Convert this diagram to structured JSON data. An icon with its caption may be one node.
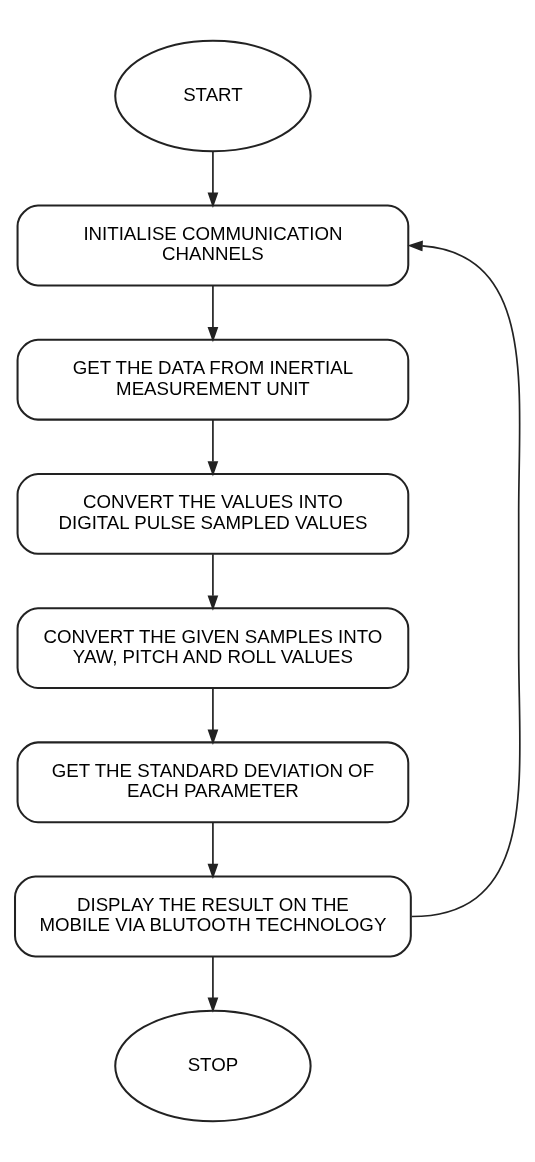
{
  "diagram": {
    "nodes": [
      {
        "text": [
          "START"
        ]
      },
      {
        "text": [
          "INITIALISE COMMUNICATION CHANNELS"
        ]
      },
      {
        "text": [
          "GET THE DATA FROM INERTIAL MEASUREMENT UNIT"
        ]
      },
      {
        "text": [
          "CONVERT THE VALUES INTO DIGITAL PULSE SAMPLED VALUES"
        ]
      },
      {
        "text": [
          "CONVERT THE GIVEN SAMPLES INTO YAW, PITCH AND ROLL VALUES"
        ]
      },
      {
        "text": [
          "GET THE STANDARD DEVIATION OF EACH PARAMETER"
        ]
      },
      {
        "text": [
          "DISPLAY THE RESULT ON THE MOBILE VIA BLUTOOTH TECHNOLOGY"
        ]
      },
      {
        "text": [
          "STOP"
        ]
      }
    ],
    "edges": [
      {
        "from": 0,
        "to": 1,
        "arrow": "to"
      },
      {
        "from": 1,
        "to": 2,
        "arrow": "to"
      },
      {
        "from": 2,
        "to": 3,
        "arrow": "to"
      },
      {
        "from": 3,
        "to": 4,
        "arrow": "to"
      },
      {
        "from": 4,
        "to": 5,
        "arrow": "to"
      },
      {
        "from": 5,
        "to": 6,
        "arrow": "to"
      },
      {
        "from": 6,
        "to": 7,
        "arrow": "to"
      },
      {
        "from": 6,
        "to": 1,
        "arrow": "to"
      }
    ]
  }
}
